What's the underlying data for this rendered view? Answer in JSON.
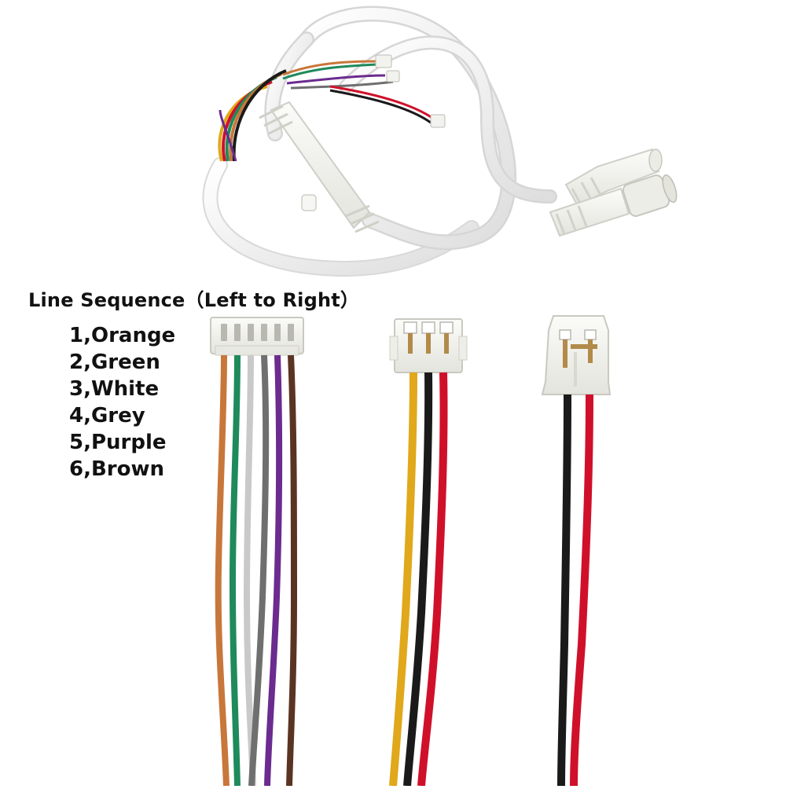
{
  "legend": {
    "title": "Line Sequence（Left to Right）",
    "items": [
      {
        "label": "1,Orange"
      },
      {
        "label": "2,Green"
      },
      {
        "label": "3,White"
      },
      {
        "label": "4,Grey"
      },
      {
        "label": "5,Purple"
      },
      {
        "label": "6,Brown"
      }
    ]
  },
  "colors": {
    "background": "#ffffff",
    "cable_white": "#f4f4f4",
    "wire_orange": "#c8773a",
    "wire_green": "#1f8a5b",
    "wire_white": "#c9c9c9",
    "wire_grey": "#6f6f6f",
    "wire_purple": "#6b2b8f",
    "wire_brown": "#5a3422",
    "wire_yellow": "#e0a81a",
    "wire_black": "#1a1a1a",
    "wire_red": "#d0102a",
    "connector_white": "#f2f2ee"
  },
  "connectors": [
    {
      "name": "six-pin-connector",
      "pins": 6
    },
    {
      "name": "three-pin-connector",
      "pins": 3
    },
    {
      "name": "two-pin-connector",
      "pins": 2
    }
  ]
}
